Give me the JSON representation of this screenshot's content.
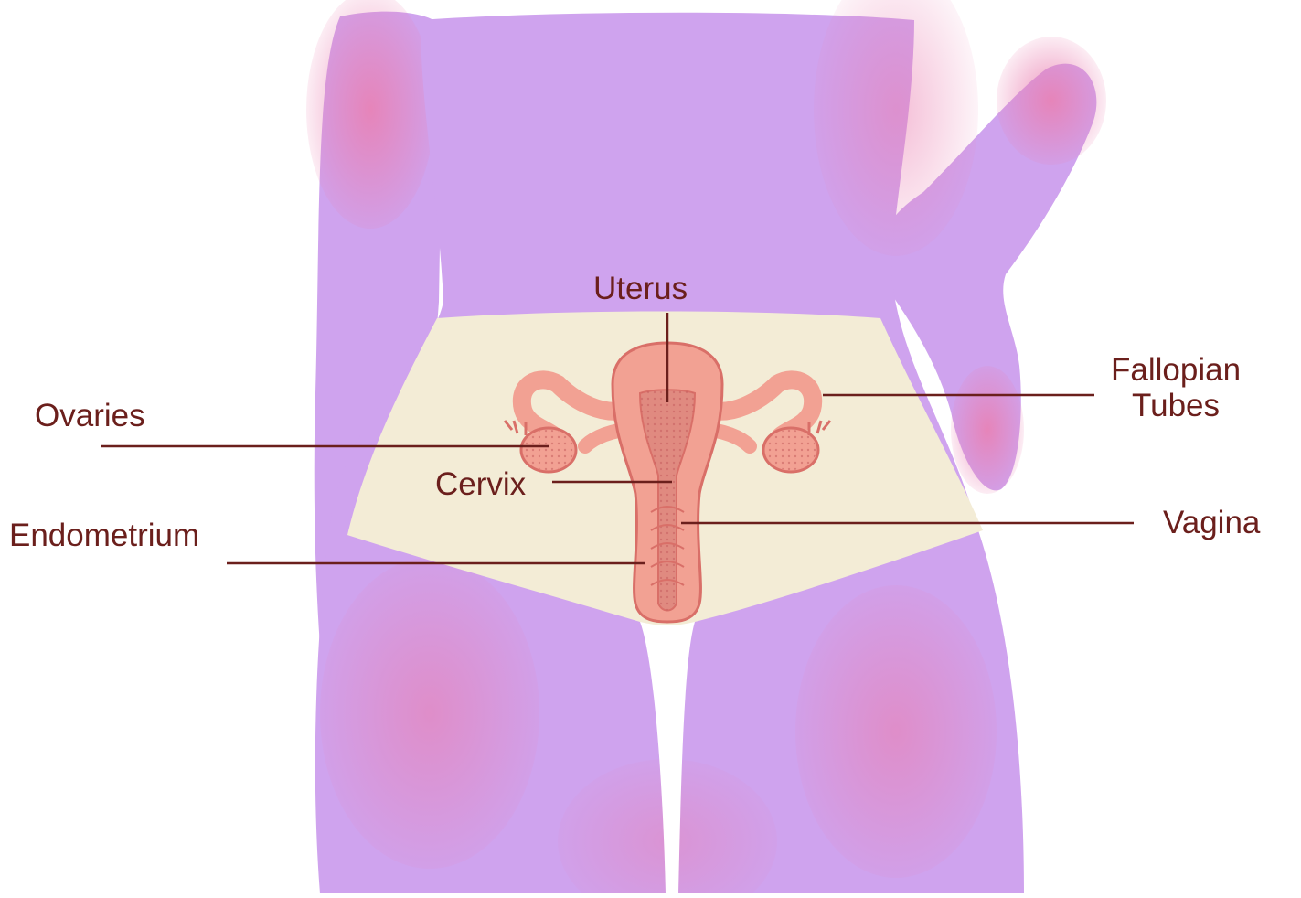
{
  "colors": {
    "background": "#ffffff",
    "body_skin": "#cfa3ee",
    "body_shade": "#ea7fb0",
    "underwear": "#f3ecd6",
    "organ_fill": "#f2a193",
    "organ_outline": "#d96f68",
    "label_text": "#6b1f1c",
    "leader_line": "#6b1f1c"
  },
  "icons": {
    "figure": "lower-torso-figure",
    "organ": "uterus-anatomy-icon"
  },
  "labels": {
    "ovaries": "Ovaries",
    "uterus": "Uterus",
    "cervix": "Cervix",
    "endometrium": "Endometrium",
    "fallopian_line1": "Fallopian",
    "fallopian_line2": "Tubes",
    "vagina": "Vagina"
  }
}
